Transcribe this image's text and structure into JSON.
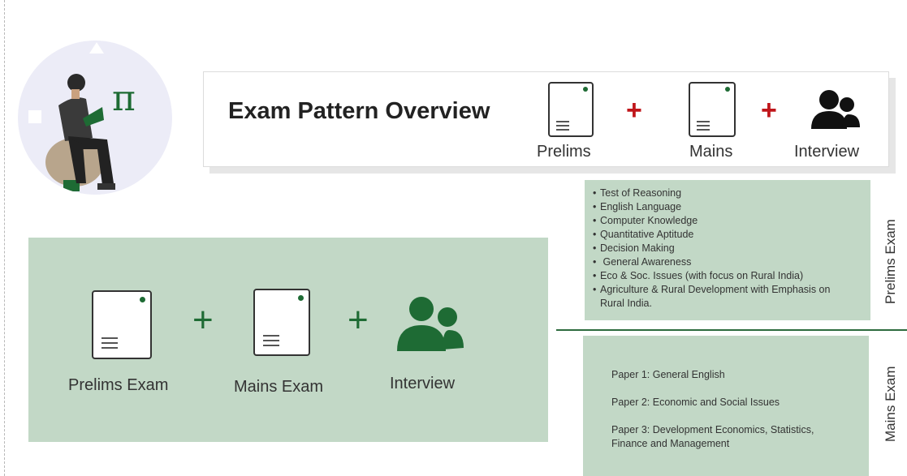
{
  "header": {
    "title": "Exam Pattern Overview",
    "items": [
      "Prelims",
      "Mains",
      "Interview"
    ],
    "plus": "+"
  },
  "overview": {
    "items": [
      "Prelims Exam",
      "Mains Exam",
      "Interview"
    ],
    "plus": "+"
  },
  "illustration": {
    "symbol": "π"
  },
  "prelims": {
    "side_label": "Prelims Exam",
    "topics": [
      "Test of Reasoning",
      "English Language",
      "Computer Knowledge",
      "Quantitative Aptitude",
      "Decision Making",
      " General Awareness",
      "Eco & Soc. Issues (with focus on Rural India)",
      "Agriculture & Rural Development with Emphasis on Rural India."
    ]
  },
  "mains": {
    "side_label": "Mains Exam",
    "papers": [
      "Paper 1: General English",
      "Paper 2: Economic and Social Issues",
      "Paper 3: Development Economics, Statistics, Finance and Management"
    ]
  },
  "icons": [
    "document-icon",
    "users-icon",
    "person-reading-illustration"
  ],
  "colors": {
    "accent_green": "#1e6b34",
    "panel_green": "#c2d8c6",
    "plus_red": "#c0161b"
  }
}
